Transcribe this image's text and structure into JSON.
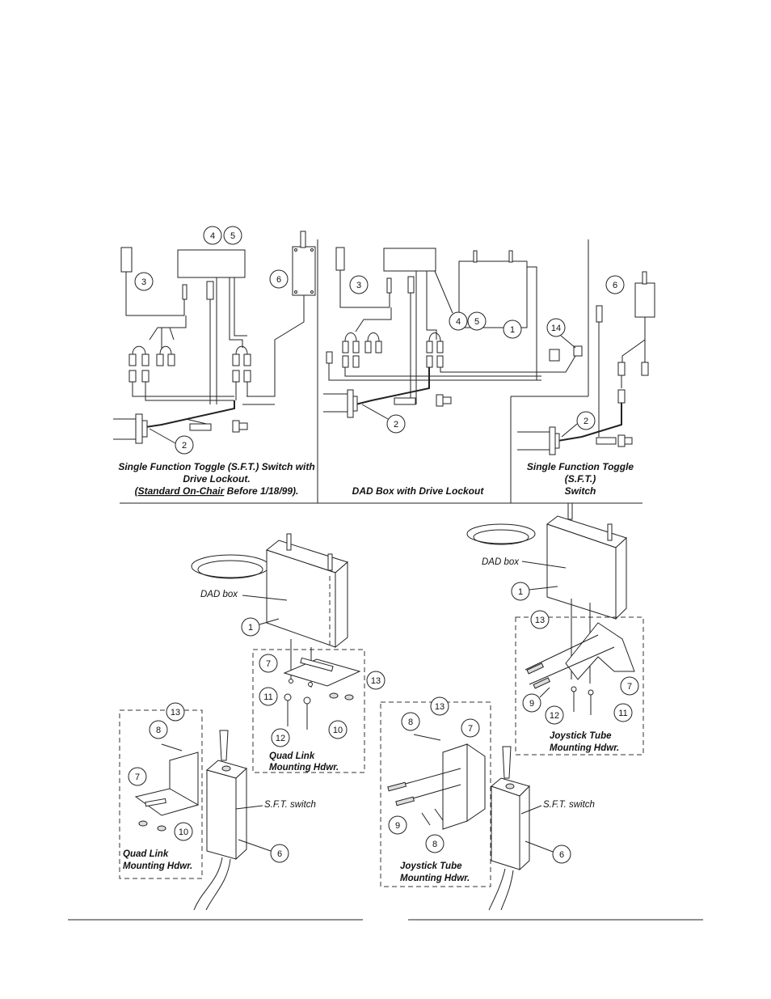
{
  "panels": {
    "sft_lockout": {
      "caption_line1": "Single Function Toggle (S.F.T.) Switch with",
      "caption_line2": "Drive Lockout.",
      "caption_line3_underlined": "(Standard On-Chair",
      "caption_line3_rest": " Before 1/18/99)."
    },
    "dad_lockout": {
      "caption": "DAD Box with Drive Lockout"
    },
    "sft_switch": {
      "caption_line1": "Single Function Toggle",
      "caption_line2": "(S.F.T.)",
      "caption_line3": "Switch"
    }
  },
  "labels": {
    "dad_box": "DAD box",
    "quad_link_hdwr_line1": "Quad Link",
    "quad_link_hdwr_line2": "Mounting Hdwr.",
    "joystick_tube_hdwr_line1": "Joystick Tube",
    "joystick_tube_hdwr_line2": "Mounting Hdwr.",
    "sft_switch_left": "S.F.T. switch",
    "sft_switch_right": "S.F.T. switch"
  },
  "callouts": {
    "n1": "1",
    "n2": "2",
    "n3": "3",
    "n4": "4",
    "n5": "5",
    "n6": "6",
    "n7": "7",
    "n8": "8",
    "n9": "9",
    "n10": "10",
    "n11": "11",
    "n12": "12",
    "n13": "13",
    "n14": "14"
  }
}
